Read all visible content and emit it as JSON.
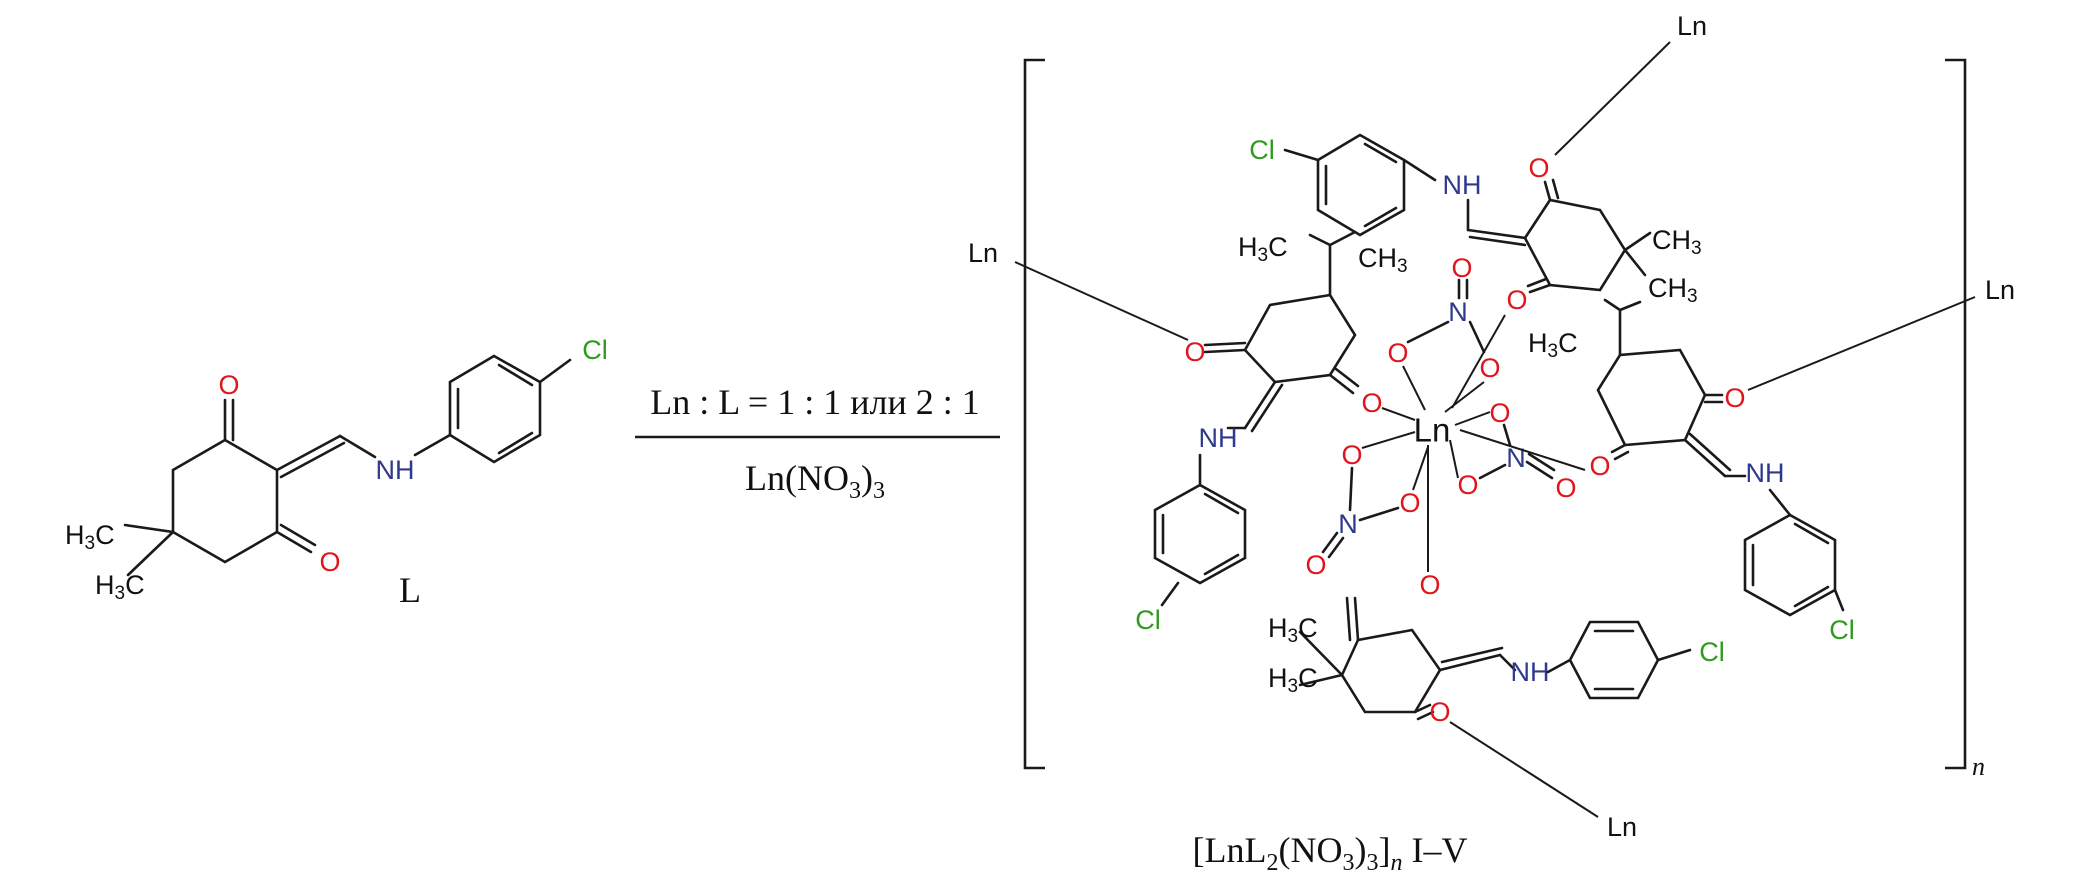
{
  "colors": {
    "bond": "#1a1a1a",
    "carbon_text": "#111111",
    "oxygen": "#e0151d",
    "nitrogen": "#2e3a8c",
    "chlorine": "#2f9a1d"
  },
  "atoms": {
    "oxygen": "O",
    "nitrogen": "N",
    "amine": "NH",
    "chlorine": "Cl",
    "lanthanide": "Ln",
    "methyl_prefix": "H",
    "methyl_suffix": "C",
    "methyl_c": "CH",
    "sub3": "3"
  },
  "ligand": {
    "label": "L"
  },
  "reaction": {
    "conditions_top": "Ln : L = 1 : 1 или 2 : 1",
    "reagent_main": "Ln(NO",
    "reagent_sub": "3",
    "reagent_close": ")",
    "reagent_sub2": "3"
  },
  "product": {
    "n_label": "n",
    "formula_open": "[LnL",
    "formula_sub1": "2",
    "formula_mid": "(NO",
    "formula_sub2": "3",
    "formula_mid2": ")",
    "formula_sub3": "3",
    "formula_close": "]",
    "formula_n": "n",
    "formula_range": " I–V"
  }
}
